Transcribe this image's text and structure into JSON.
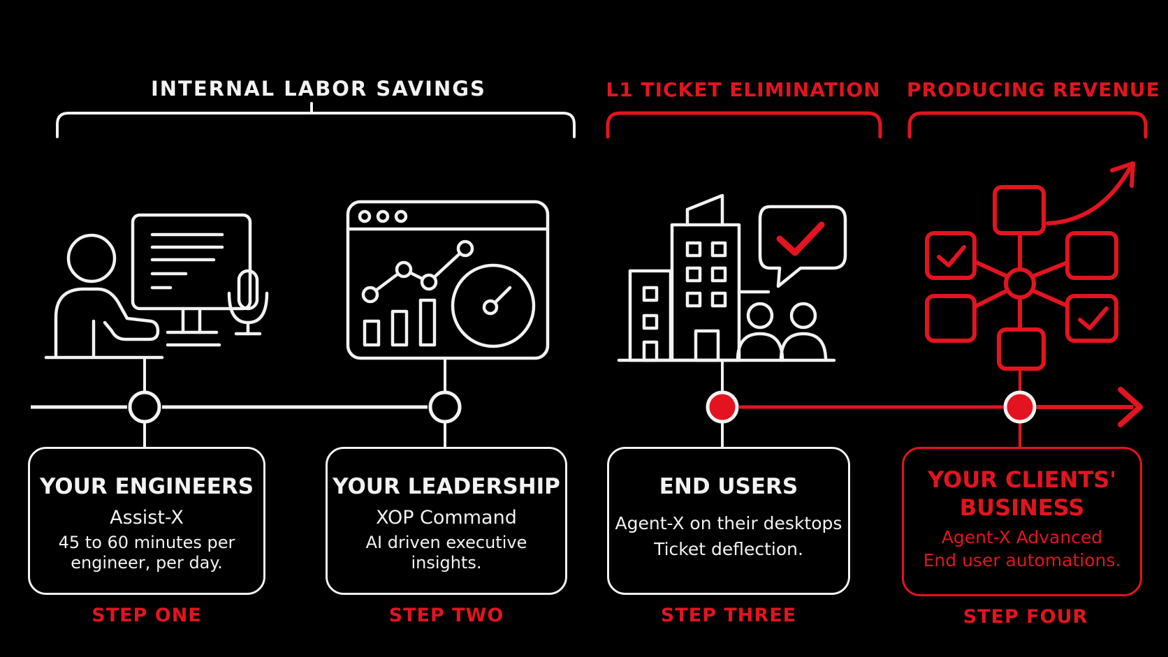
{
  "sections": [
    {
      "title": "INTERNAL LABOR SAVINGS",
      "color": "#f2f2f2"
    },
    {
      "title": "L1 TICKET ELIMINATION",
      "color": "#e3141f"
    },
    {
      "title": "PRODUCING REVENUE",
      "color": "#e3141f"
    }
  ],
  "steps": [
    {
      "title": "YOUR ENGINEERS",
      "subtitle": "Assist-X",
      "description": "45 to 60 minutes per engineer, per day.",
      "step_label": "STEP ONE",
      "icon": "engineer-workstation-icon"
    },
    {
      "title": "YOUR LEADERSHIP",
      "subtitle": "XOP Command",
      "description": "AI driven executive insights.",
      "step_label": "STEP TWO",
      "icon": "dashboard-analytics-icon"
    },
    {
      "title": "END USERS",
      "subtitle": "Agent-X on their desktops",
      "description": "Ticket deflection.",
      "step_label": "STEP THREE",
      "icon": "office-buildings-users-icon"
    },
    {
      "title": "YOUR CLIENTS' BUSINESS",
      "subtitle": "Agent-X Advanced",
      "description": "End user automations.",
      "step_label": "STEP FOUR",
      "icon": "automation-network-growth-icon"
    }
  ],
  "colors": {
    "background": "#000000",
    "primary": "#f2f2f2",
    "accent": "#e3141f"
  }
}
